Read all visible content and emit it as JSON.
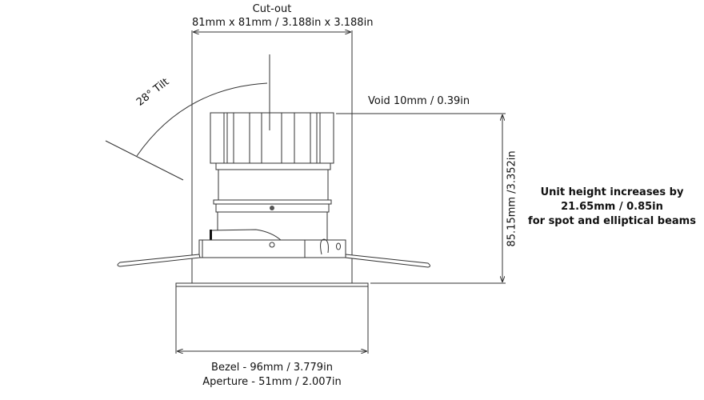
{
  "cutout": {
    "title": "Cut-out",
    "dimension": "81mm x 81mm / 3.188in x 3.188in"
  },
  "tilt": {
    "label": "28° Tilt"
  },
  "void": {
    "label": "Void 10mm / 0.39in"
  },
  "height": {
    "label": "85.15mm /3.352in"
  },
  "note": {
    "line1": "Unit height increases by",
    "line2": "21.65mm / 0.85in",
    "line3": "for spot and elliptical beams"
  },
  "bezel": {
    "label": "Bezel - 96mm / 3.779in"
  },
  "aperture": {
    "label": "Aperture - 51mm / 2.007in"
  }
}
